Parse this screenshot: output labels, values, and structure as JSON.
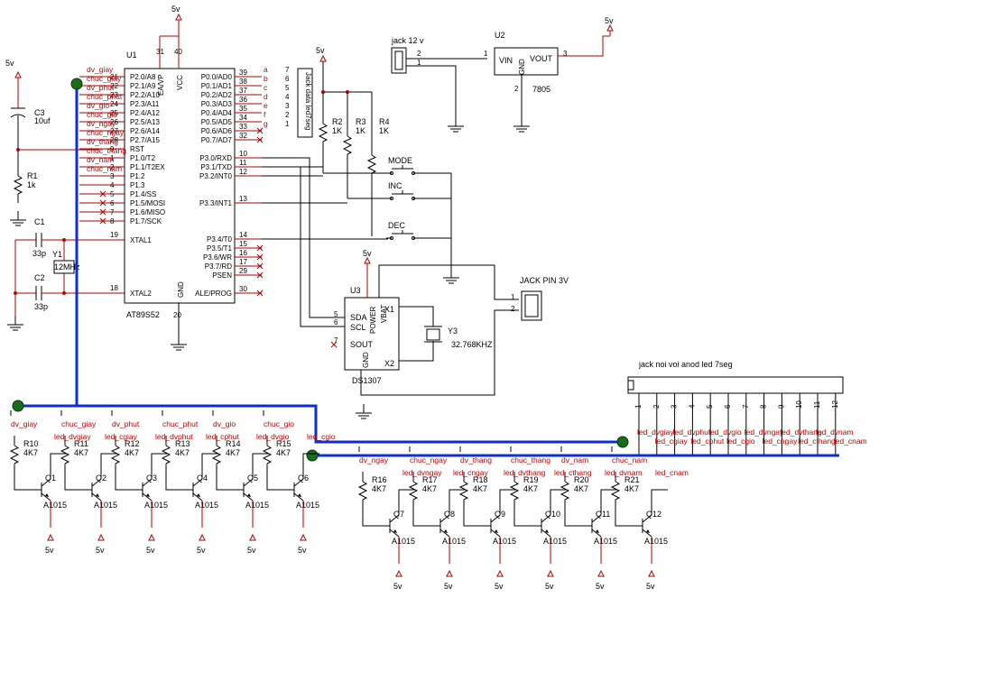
{
  "mcu": {
    "ref": "U1",
    "part": "AT89S52",
    "left_pins": [
      {
        "num": "21",
        "name": "P2.0/A8"
      },
      {
        "num": "22",
        "name": "P2.1/A9"
      },
      {
        "num": "23",
        "name": "P2.2/A10"
      },
      {
        "num": "24",
        "name": "P2.3/A11"
      },
      {
        "num": "25",
        "name": "P2.4/A12"
      },
      {
        "num": "26",
        "name": "P2.5/A13"
      },
      {
        "num": "27",
        "name": "P2.6/A14"
      },
      {
        "num": "28",
        "name": "P2.7/A15"
      },
      {
        "num": "9",
        "name": "RST"
      },
      {
        "num": "1",
        "name": "P1.0/T2"
      },
      {
        "num": "2",
        "name": "P1.1/T2EX"
      },
      {
        "num": "3",
        "name": "P1.2"
      },
      {
        "num": "4",
        "name": "P1.3"
      },
      {
        "num": "5",
        "name": "P1.4/SS"
      },
      {
        "num": "6",
        "name": "P1.5/MOSI"
      },
      {
        "num": "7",
        "name": "P1.6/MISO"
      },
      {
        "num": "8",
        "name": "P1.7/SCK"
      }
    ],
    "right_pins": [
      {
        "num": "39",
        "name": "P0.0/AD0"
      },
      {
        "num": "38",
        "name": "P0.1/AD1"
      },
      {
        "num": "37",
        "name": "P0.2/AD2"
      },
      {
        "num": "36",
        "name": "P0.3/AD3"
      },
      {
        "num": "35",
        "name": "P0.4/AD4"
      },
      {
        "num": "34",
        "name": "P0.5/AD5"
      },
      {
        "num": "33",
        "name": "P0.6/AD6"
      },
      {
        "num": "32",
        "name": "P0.7/AD7"
      },
      {
        "num": "10",
        "name": "P3.0/RXD"
      },
      {
        "num": "11",
        "name": "P3.1/TXD"
      },
      {
        "num": "12",
        "name": "P3.2/INT0"
      },
      {
        "num": "13",
        "name": "P3.3/INT1"
      },
      {
        "num": "14",
        "name": "P3.4/T0"
      },
      {
        "num": "15",
        "name": "P3.5/T1"
      },
      {
        "num": "16",
        "name": "P3.6/WR"
      },
      {
        "num": "17",
        "name": "P3.7/RD"
      },
      {
        "num": "29",
        "name": "PSEN"
      },
      {
        "num": "30",
        "name": "ALE/PROG"
      }
    ],
    "xtal_pins": [
      {
        "num": "19",
        "name": "XTAL1"
      },
      {
        "num": "18",
        "name": "XTAL2"
      }
    ],
    "top_pins": [
      {
        "num": "31",
        "name": "EA/VP"
      },
      {
        "num": "40",
        "name": "VCC"
      }
    ],
    "gnd_pin": {
      "num": "20",
      "name": "GND"
    },
    "net_labels_left": [
      "dv_giay",
      "chuc_giay",
      "dv_phut",
      "chuc_phut",
      "dv_gio",
      "chuc_gio",
      "dv_ngay",
      "chuc_ngay",
      "dv_thang",
      "chuc_thang",
      "dv_nam",
      "chuc_nam"
    ],
    "seg_letters": [
      "a",
      "b",
      "c",
      "d",
      "e",
      "f",
      "g"
    ],
    "seg_nums": [
      "7",
      "6",
      "5",
      "4",
      "3",
      "2",
      "1"
    ]
  },
  "labels": {
    "vcc5": "5v",
    "c3": "C3",
    "c3v": "10uf",
    "r1": "R1",
    "r1v": "1k",
    "c1": "C1",
    "c1v": "33p",
    "c2": "C2",
    "c2v": "33p",
    "y1": "Y1",
    "y1v": "12MHz",
    "jack7seg": "Jack data led7seg",
    "r2": "R2",
    "r3": "R3",
    "r4": "R4",
    "rk": "1K",
    "mode": "MODE",
    "inc": "INC",
    "dec": "DEC",
    "jack12": "jack 12 v",
    "u2": "U2",
    "u2part": "7805",
    "vin": "VIN",
    "vout": "VOUT",
    "gnd": "GND",
    "u3": "U3",
    "u3part": "DS1307",
    "sda": "SDA",
    "scl": "SCL",
    "sout": "SOUT",
    "x1": "X1",
    "x2": "X2",
    "power": "POWER",
    "vbat": "VBAT",
    "y3": "Y3",
    "y3v": "32.768KHZ",
    "jackpin": "JACK PIN 3V",
    "jackanod": "jack noi voi anod led 7seg"
  },
  "transistors_left": [
    {
      "r": "R10",
      "q": "Q1",
      "net": "dv_giay",
      "led": "led_dvgiay"
    },
    {
      "r": "R11",
      "q": "Q2",
      "net": "chuc_giay",
      "led": "led_cgiay"
    },
    {
      "r": "R12",
      "q": "Q3",
      "net": "dv_phut",
      "led": "led_dvphut"
    },
    {
      "r": "R13",
      "q": "Q4",
      "net": "chuc_phut",
      "led": "led_cphut"
    },
    {
      "r": "R14",
      "q": "Q5",
      "net": "dv_gio",
      "led": "led_dvgio"
    },
    {
      "r": "R15",
      "q": "Q6",
      "net": "chuc_gio",
      "led": "led_cgio"
    }
  ],
  "transistors_right": [
    {
      "r": "R16",
      "q": "Q7",
      "net": "dv_ngay",
      "led": "led_dvngay"
    },
    {
      "r": "R17",
      "q": "Q8",
      "net": "chuc_ngay",
      "led": "led_cngay"
    },
    {
      "r": "R18",
      "q": "Q9",
      "net": "dv_thang",
      "led": "led_dvthang"
    },
    {
      "r": "R19",
      "q": "Q10",
      "net": "chuc_thang",
      "led": "led_cthang"
    },
    {
      "r": "R20",
      "q": "Q11",
      "net": "dv_nam",
      "led": "led_dvnam"
    },
    {
      "r": "R21",
      "q": "Q12",
      "net": "chuc_nam",
      "led": "led_cnam"
    }
  ],
  "transistor_part": "A1015",
  "res_value": "4K7",
  "header12": {
    "pins": [
      "1",
      "2",
      "3",
      "4",
      "5",
      "6",
      "7",
      "8",
      "9",
      "10",
      "11",
      "12"
    ],
    "nets": [
      "led_dvgiay",
      "led_cgiay",
      "led_dvphut",
      "led_cphut",
      "led_dvgio",
      "led_cgio",
      "led_dvngay",
      "led_cngay",
      "led_dvthang",
      "led_cthang",
      "led_dvnam",
      "led_cnam"
    ]
  }
}
